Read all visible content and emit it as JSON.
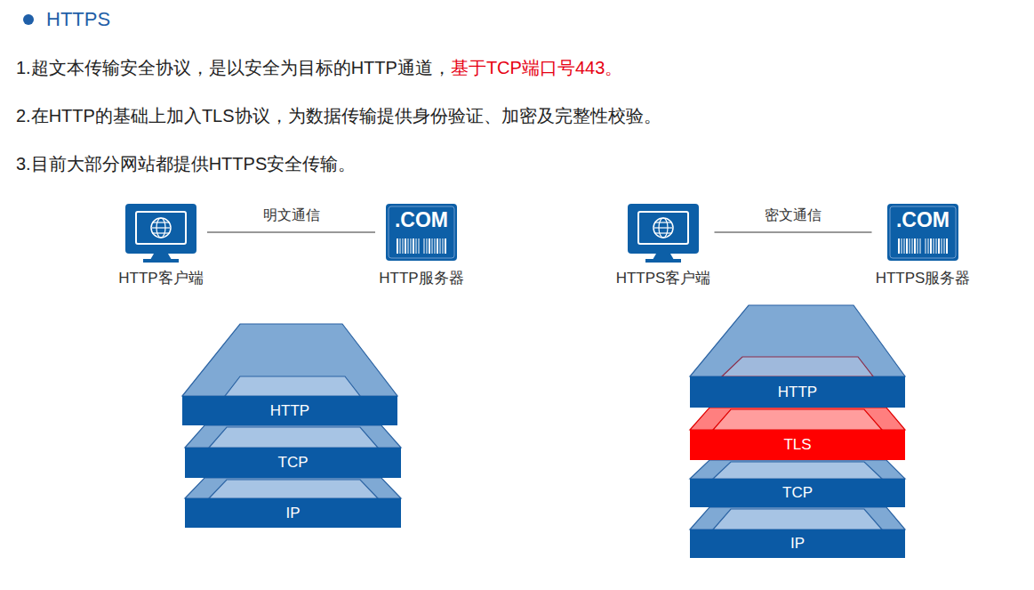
{
  "diagram": {
    "title": "HTTPS",
    "nodes": [
      {
        "text": [
          "HTTP客户端"
        ]
      },
      {
        "text": [
          ".COM",
          "HTTP服务器"
        ]
      },
      {
        "text": [
          "HTTPS客户端"
        ]
      },
      {
        "text": [
          ".COM",
          "HTTPS服务器"
        ]
      },
      {
        "text": [
          "HTTP"
        ]
      },
      {
        "text": [
          "TCP"
        ]
      },
      {
        "text": [
          "IP"
        ]
      },
      {
        "text": [
          "HTTP"
        ]
      },
      {
        "text": [
          "TLS"
        ]
      },
      {
        "text": [
          "TCP"
        ]
      },
      {
        "text": [
          "IP"
        ]
      }
    ],
    "edges": [
      {
        "from": 0,
        "to": 1,
        "arrow": "none",
        "label": "明文通信"
      },
      {
        "from": 2,
        "to": 3,
        "arrow": "none",
        "label": "密文通信"
      }
    ],
    "labels": [
      "1.超文本传输安全协议，是以安全为目标的HTTP通道，",
      "基于TCP端口号443。",
      "2.在HTTP的基础上加入TLS协议，为数据传输提供身份验证、加密及完整性校验。",
      "3.目前大部分网站都提供HTTPS安全传输。"
    ]
  }
}
